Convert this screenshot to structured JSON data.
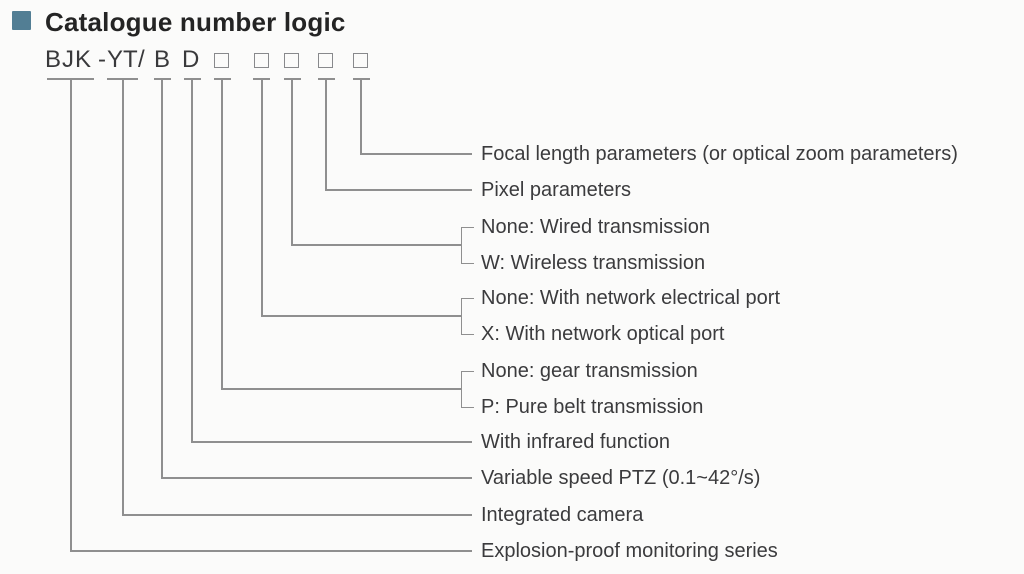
{
  "header": {
    "title": "Catalogue number logic"
  },
  "code": {
    "segments": [
      "BJK",
      "-",
      "YT",
      "/",
      "B",
      "D"
    ],
    "placeholder_box_count": 5
  },
  "labels": [
    "Focal length parameters (or optical zoom parameters)",
    "Pixel parameters",
    "None: Wired transmission",
    "W: Wireless transmission",
    "None: With network electrical port",
    "X: With network optical port",
    "None: gear transmission",
    "P: Pure belt transmission",
    "With infrared function",
    "Variable speed PTZ (0.1~42°/s)",
    "Integrated camera",
    "Explosion-proof monitoring series"
  ],
  "colors": {
    "section_marker": "#527e94",
    "connector_line": "#8f8f8f",
    "text": "#3a3a3c"
  }
}
